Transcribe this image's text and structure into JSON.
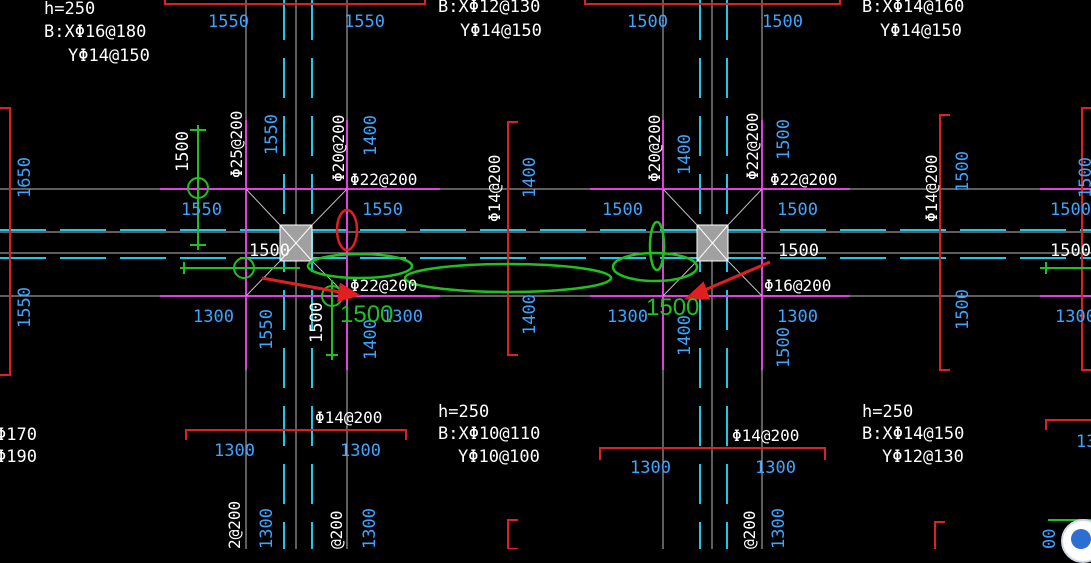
{
  "colors": {
    "background": "#000000",
    "white": "#ffffff",
    "cyan": "#1ec8e6",
    "dim_blue": "#3da5ff",
    "magenta": "#e040e0",
    "red": "#e02020",
    "green": "#20c020",
    "grid": "#bdbdbd",
    "column": "#a0a0a0"
  },
  "slab_notes": [
    {
      "id": "slab-note-top-left",
      "lines": [
        "h=250",
        "B:XΦ16@180",
        "YΦ14@150"
      ]
    },
    {
      "id": "slab-note-top-mid",
      "lines": [
        "B:XΦ12@130",
        "YΦ14@150"
      ]
    },
    {
      "id": "slab-note-top-right",
      "lines": [
        "B:XΦ14@160",
        "YΦ14@150"
      ]
    },
    {
      "id": "slab-note-bottom-mid",
      "lines": [
        "h=250",
        "B:XΦ10@110",
        "YΦ10@100"
      ]
    },
    {
      "id": "slab-note-bottom-right",
      "lines": [
        "h=250",
        "B:XΦ14@150",
        "YΦ12@130"
      ]
    },
    {
      "id": "slab-note-bottom-left",
      "lines": [
        "Φ170",
        "Φ190"
      ]
    }
  ],
  "rebar_labels": [
    {
      "id": "rebar-25-200",
      "text": "Φ25@200"
    },
    {
      "id": "rebar-20-200-left",
      "text": "Φ20@200"
    },
    {
      "id": "rebar-22-200-top-left",
      "text": "Φ22@200"
    },
    {
      "id": "rebar-14-200-mid",
      "text": "Φ14@200"
    },
    {
      "id": "rebar-20-200-right",
      "text": "Φ20@200"
    },
    {
      "id": "rebar-22-200-vert-right",
      "text": "Φ22@200"
    },
    {
      "id": "rebar-22-200-top-right",
      "text": "Φ22@200"
    },
    {
      "id": "rebar-14-200-far-right",
      "text": "Φ14@200"
    },
    {
      "id": "rebar-22-200-bottom-left",
      "text": "Φ22@200"
    },
    {
      "id": "rebar-16-200-bottom-right",
      "text": "Φ16@200"
    },
    {
      "id": "rebar-14-200-low-left",
      "text": "Φ14@200"
    },
    {
      "id": "rebar-14-200-low-right",
      "text": "Φ14@200"
    },
    {
      "id": "rebar-edge-bottom-left",
      "text": "2@200"
    },
    {
      "id": "rebar-edge-bottom-mid",
      "text": "@200"
    },
    {
      "id": "rebar-edge-bottom-right",
      "text": "@200"
    }
  ],
  "dimensions": {
    "top_left_a": "1550",
    "top_left_b": "1550",
    "top_right_a": "1500",
    "top_right_b": "1500",
    "left_edge_upper": "1650",
    "left_edge_lower": "1550",
    "green_left_vert": "1500",
    "green_left_horiz": "1550",
    "magenta_vert_upper_left": "1550",
    "upper_mid_left": "1400",
    "beam_left_1550": "1550",
    "green_left_1500": "1500",
    "mid_span_upper": "1400",
    "beam_right_a": "1500",
    "vert_right_upper_a": "1400",
    "vert_right_upper_b": "1500",
    "beam_right_b": "1500",
    "far_right_upper": "1500",
    "right_edge_upper": "1500",
    "beam_right_label": "1500",
    "right_edge_mid": "1500",
    "lower_left_1300": "1300",
    "lower_left_vert_1550": "1550",
    "lower_left_green_1500": "1500",
    "lower_left_vert_1400": "1400",
    "lower_left_1300b": "1300",
    "mid_span_lower": "1400",
    "lower_right_1300": "1300",
    "lower_right_vert_1400": "1400",
    "lower_right_1300b": "1300",
    "lower_right_vert_1500": "1500",
    "far_right_lower": "1500",
    "right_edge_lower": "1300",
    "bottom_left_1300a": "1300",
    "bottom_left_1300b": "1300",
    "bottom_mid_1300a": "1300",
    "bottom_mid_1300b": "1300",
    "bottom_edge_far_right": "13",
    "bottom_vert_1300a": "1300",
    "bottom_vert_1300b": "1300",
    "bottom_vert_1300c": "1300",
    "bottom_edge_right_small": "00"
  },
  "annotations": {
    "left_green_label": "1500",
    "right_green_label": "1500"
  }
}
